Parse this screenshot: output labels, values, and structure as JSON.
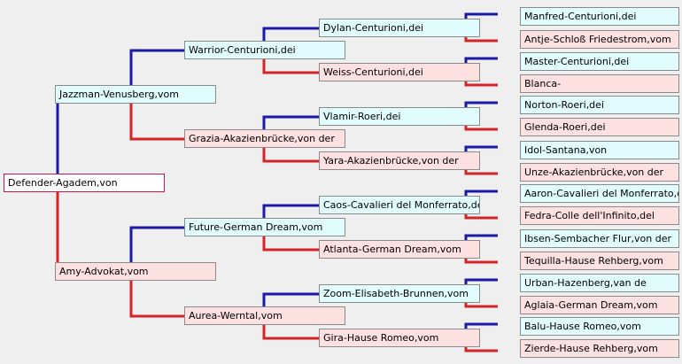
{
  "colors": {
    "sire_line": "#1a1aa6",
    "dam_line": "#d4242a",
    "male_box": "#e0fcfc",
    "female_box": "#fde0e0",
    "background": "#efefef"
  },
  "root": {
    "name": "Defender-Agadem,von"
  },
  "gen1": [
    {
      "name": "Jazzman-Venusberg,vom",
      "sex": "male"
    },
    {
      "name": "Amy-Advokat,vom",
      "sex": "female"
    }
  ],
  "gen2": [
    {
      "name": "Warrior-Centurioni,dei",
      "sex": "male"
    },
    {
      "name": "Grazia-Akazienbrücke,von der",
      "sex": "female"
    },
    {
      "name": "Future-German Dream,vom",
      "sex": "male"
    },
    {
      "name": "Aurea-Werntal,vom",
      "sex": "female"
    }
  ],
  "gen3": [
    {
      "name": "Dylan-Centurioni,dei",
      "sex": "male"
    },
    {
      "name": "Weiss-Centurioni,dei",
      "sex": "female"
    },
    {
      "name": "Vlamir-Roeri,dei",
      "sex": "male"
    },
    {
      "name": "Yara-Akazienbrücke,von der",
      "sex": "female"
    },
    {
      "name": "Caos-Cavalieri del Monferrato,dei",
      "sex": "male"
    },
    {
      "name": "Atlanta-German Dream,vom",
      "sex": "female"
    },
    {
      "name": "Zoom-Elisabeth-Brunnen,vom",
      "sex": "male"
    },
    {
      "name": "Gira-Hause Romeo,vom",
      "sex": "female"
    }
  ],
  "gen4": [
    {
      "name": "Manfred-Centurioni,dei",
      "sex": "male"
    },
    {
      "name": "Antje-Schloß Friedestrom,vom",
      "sex": "female"
    },
    {
      "name": "Master-Centurioni,dei",
      "sex": "male"
    },
    {
      "name": "Blanca-",
      "sex": "female"
    },
    {
      "name": "Norton-Roeri,dei",
      "sex": "male"
    },
    {
      "name": "Glenda-Roeri,dei",
      "sex": "female"
    },
    {
      "name": "Idol-Santana,von",
      "sex": "male"
    },
    {
      "name": "Unze-Akazienbrücke,von der",
      "sex": "female"
    },
    {
      "name": "Aaron-Cavalieri del Monferrato,de",
      "sex": "male"
    },
    {
      "name": "Fedra-Colle dell'Infinito,del",
      "sex": "female"
    },
    {
      "name": "Ibsen-Sembacher Flur,von der",
      "sex": "male"
    },
    {
      "name": "Tequilla-Hause Rehberg,vom",
      "sex": "female"
    },
    {
      "name": "Urban-Hazenberg,van de",
      "sex": "male"
    },
    {
      "name": "Aglaia-German Dream,vom",
      "sex": "female"
    },
    {
      "name": "Balu-Hause Romeo,vom",
      "sex": "male"
    },
    {
      "name": "Zierde-Hause Rehberg,vom",
      "sex": "female"
    }
  ]
}
